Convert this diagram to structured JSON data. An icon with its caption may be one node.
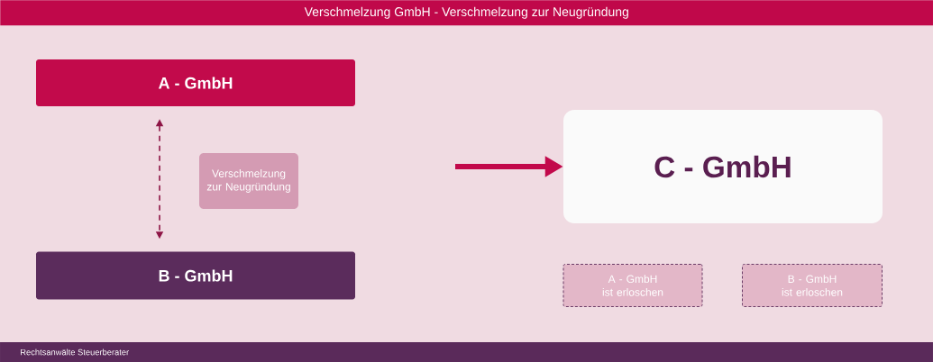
{
  "diagram": {
    "title": "Verschmelzung GmbH - Verschmelzung zur Neugründung",
    "nodes": [
      {
        "text": [
          "A - GmbH"
        ]
      },
      {
        "text": [
          "B - GmbH"
        ]
      },
      {
        "text": [
          "Verschmelzung zur Neugründung"
        ]
      },
      {
        "text": [
          "C - GmbH"
        ]
      },
      {
        "text": [
          "A - GmbH ist erloschen"
        ]
      },
      {
        "text": [
          "B - GmbH ist erloschen"
        ]
      }
    ],
    "edges": [
      {
        "from": 0,
        "to": 1,
        "arrow": "both",
        "style": "dashed",
        "color": "#8e1546"
      },
      {
        "from": null,
        "to": 3,
        "arrow": "to",
        "style": "thick",
        "color": "#c2094b"
      }
    ],
    "labels": [
      "Rechtsanwälte Steuerberater"
    ]
  }
}
